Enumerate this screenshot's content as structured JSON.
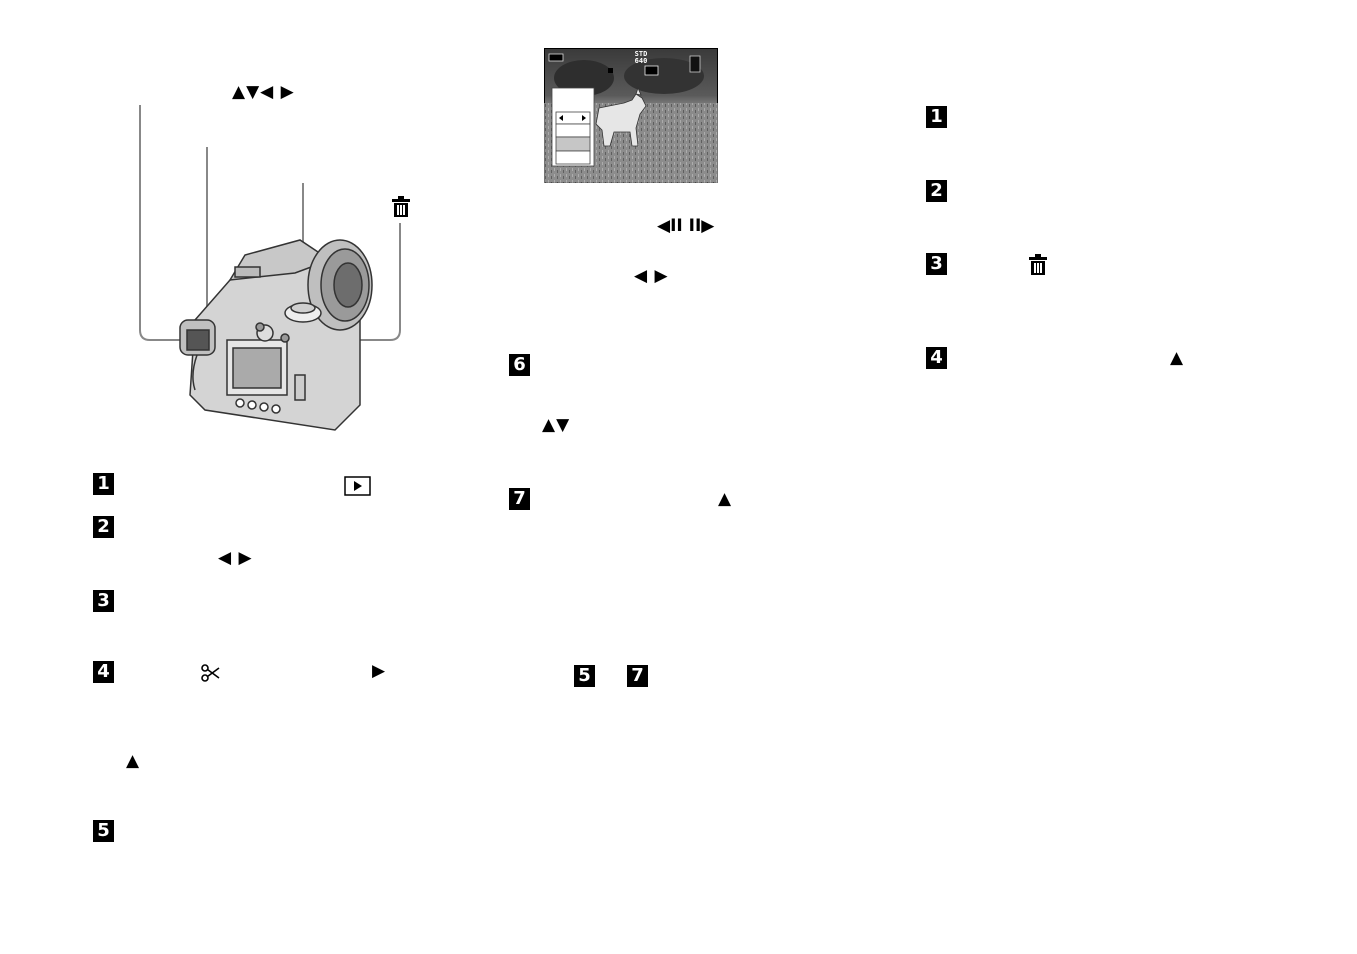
{
  "figure_left": {
    "arrow_keys_label": "▲▼◀ ▶",
    "delete_icon": "trash-icon"
  },
  "left_steps": [
    {
      "num": "1",
      "icon": "play-button-icon"
    },
    {
      "num": "2",
      "arrows": "◀ ▶"
    },
    {
      "num": "3"
    },
    {
      "num": "4",
      "icon": "scissors-icon",
      "arrow": "▶",
      "sub_arrow": "▲"
    },
    {
      "num": "5"
    }
  ],
  "lcd_screen": {
    "quality_label": "STD",
    "size_label": "640"
  },
  "mid_text": {
    "frame_buttons": "◀II II▶",
    "arrows": "◀ ▶"
  },
  "mid_steps": [
    {
      "num": "6",
      "arrows": "▲▼"
    },
    {
      "num": "7",
      "arrow": "▲"
    }
  ],
  "mid_ref": {
    "from": "5",
    "to": "7"
  },
  "right_steps": [
    {
      "num": "1"
    },
    {
      "num": "2"
    },
    {
      "num": "3",
      "icon": "trash-icon"
    },
    {
      "num": "4",
      "arrow": "▲"
    }
  ]
}
